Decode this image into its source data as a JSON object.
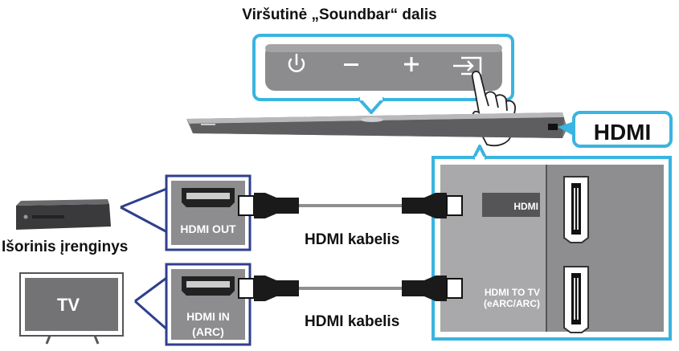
{
  "title": "Viršutinė „Soundbar“ dalis",
  "soundbar_hdmi_callout": "HDMI",
  "external_device_label": "Išorinis įrenginys",
  "tv_label": "TV",
  "cable_labels": [
    "HDMI kabelis",
    "HDMI kabelis"
  ],
  "device_ports": [
    "HDMI OUT",
    "HDMI IN\n(ARC)"
  ],
  "soundbar_ports": [
    "HDMI",
    "HDMI TO TV\n(eARC/ARC)"
  ],
  "buttons": [
    {
      "icon": "power-icon"
    },
    {
      "icon": "minus-icon"
    },
    {
      "icon": "plus-icon"
    },
    {
      "icon": "source-input-icon"
    }
  ],
  "colors": {
    "accent": "#3ab4e0",
    "port_panel": "#a9a9ab",
    "device_frame": "#2f3f8f",
    "cable": "#111111"
  }
}
